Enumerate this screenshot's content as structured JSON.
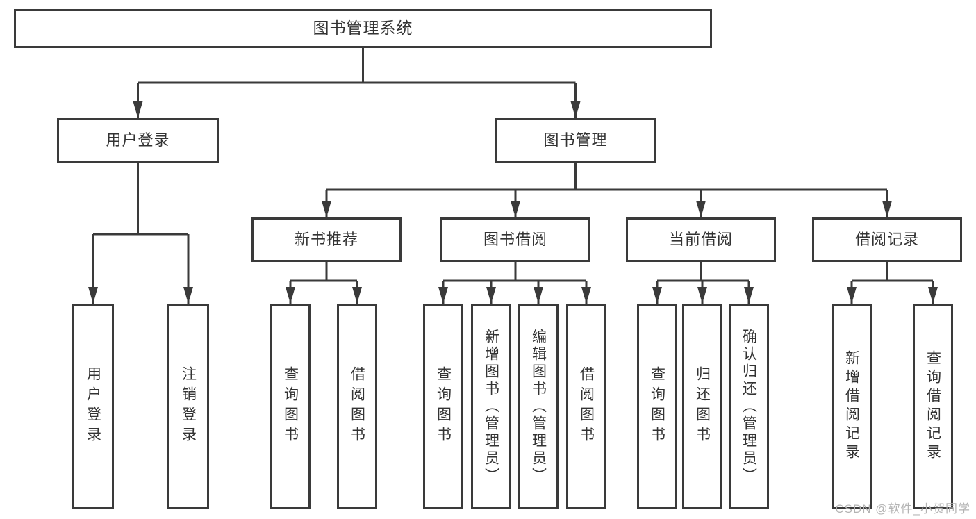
{
  "diagram": {
    "root": "图书管理系统",
    "branches": [
      {
        "label": "用户登录",
        "children": [
          "用户登录",
          "注销登录"
        ]
      },
      {
        "label": "图书管理",
        "groups": [
          {
            "label": "新书推荐",
            "children": [
              "查询图书",
              "借阅图书"
            ]
          },
          {
            "label": "图书借阅",
            "children": [
              "查询图书",
              "新增图书（管理员）",
              "编辑图书（管理员）",
              "借阅图书"
            ]
          },
          {
            "label": "当前借阅",
            "children": [
              "查询图书",
              "归还图书",
              "确认归还（管理员）"
            ]
          },
          {
            "label": "借阅记录",
            "children": [
              "新增借阅记录",
              "查询借阅记录"
            ]
          }
        ]
      }
    ],
    "watermark": "CSDN @软件_小贺同学"
  },
  "colors": {
    "line": "#3a3a3a",
    "text": "#333333",
    "watermark": "#b3b3b3"
  }
}
